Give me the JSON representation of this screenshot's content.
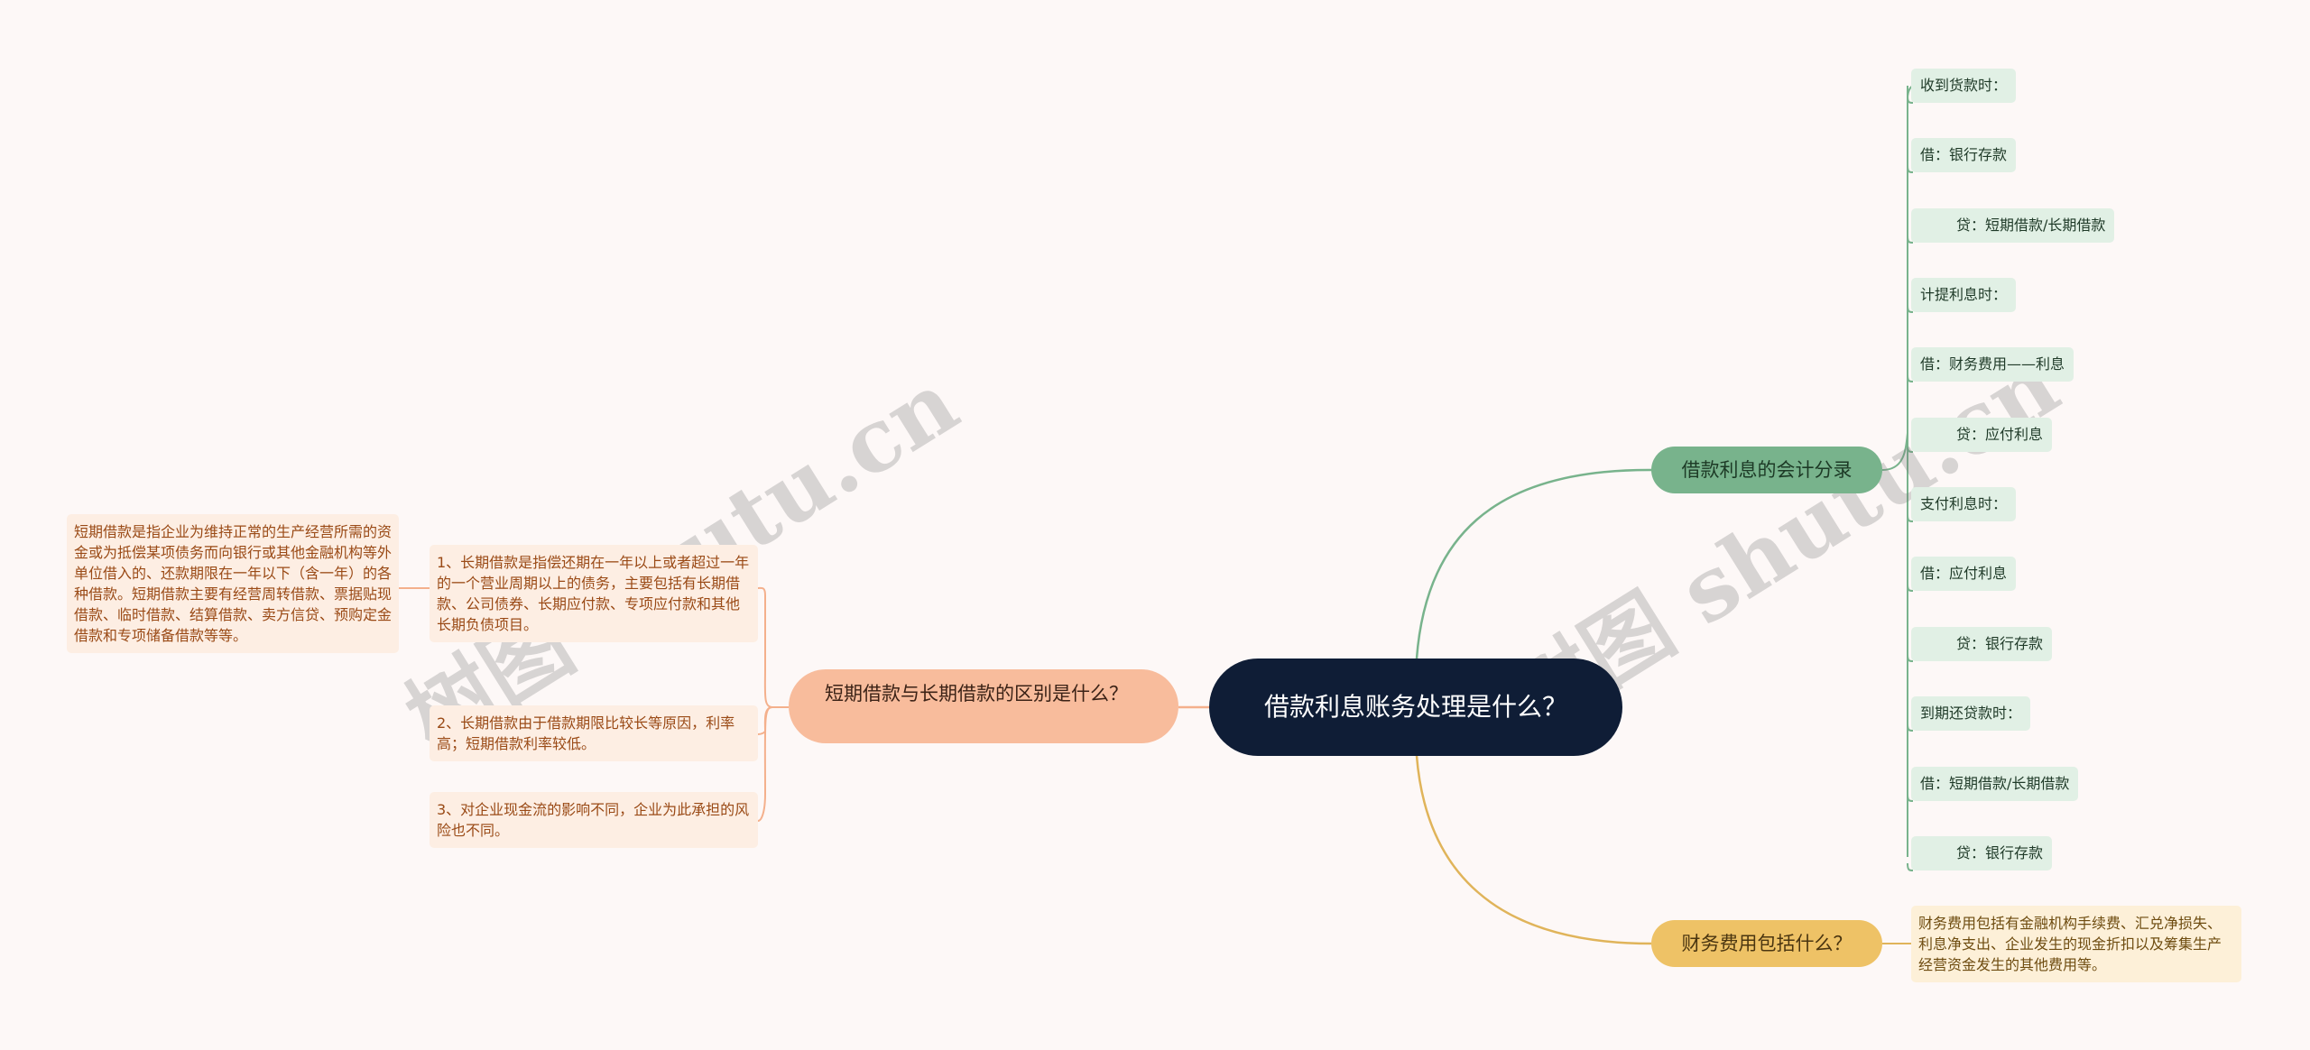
{
  "root": {
    "title": "借款利息账务处理是什么？"
  },
  "branches": {
    "accounting": {
      "label": "借款利息的会计分录",
      "color": "#78b38c",
      "items": [
        "收到货款时：",
        "借：银行存款",
        "贷：短期借款/长期借款",
        "计提利息时：",
        "借：财务费用——利息",
        "贷：应付利息",
        "支付利息时：",
        "借：应付利息",
        "贷：银行存款",
        "到期还贷款时：",
        "借：短期借款/长期借款",
        "贷：银行存款"
      ]
    },
    "finance_cost": {
      "label": "财务费用包括什么？",
      "color": "#eec266",
      "detail": "财务费用包括有金融机构手续费、汇兑净损失、利息净支出、企业发生的现金折扣以及筹集生产经营资金发生的其他费用等。"
    },
    "difference": {
      "label": "短期借款与长期借款的区别是什么？",
      "color": "#f8bc9c",
      "points": [
        "1、长期借款是指偿还期在一年以上或者超过一年的一个营业周期以上的债务，主要包括有长期借款、公司债券、长期应付款、专项应付款和其他长期负债项目。",
        "2、长期借款由于借款期限比较长等原因，利率高；短期借款利率较低。",
        "3、对企业现金流的影响不同，企业为此承担的风险也不同。"
      ],
      "sub_detail": "短期借款是指企业为维持正常的生产经营所需的资金或为抵偿某项债务而向银行或其他金融机构等外单位借入的、还款期限在一年以下（含一年）的各种借款。短期借款主要有经营周转借款、票据贴现借款、临时借款、结算借款、卖方信贷、预购定金借款和专项储备借款等等。"
    }
  },
  "watermark": "树图 shutu.cn"
}
